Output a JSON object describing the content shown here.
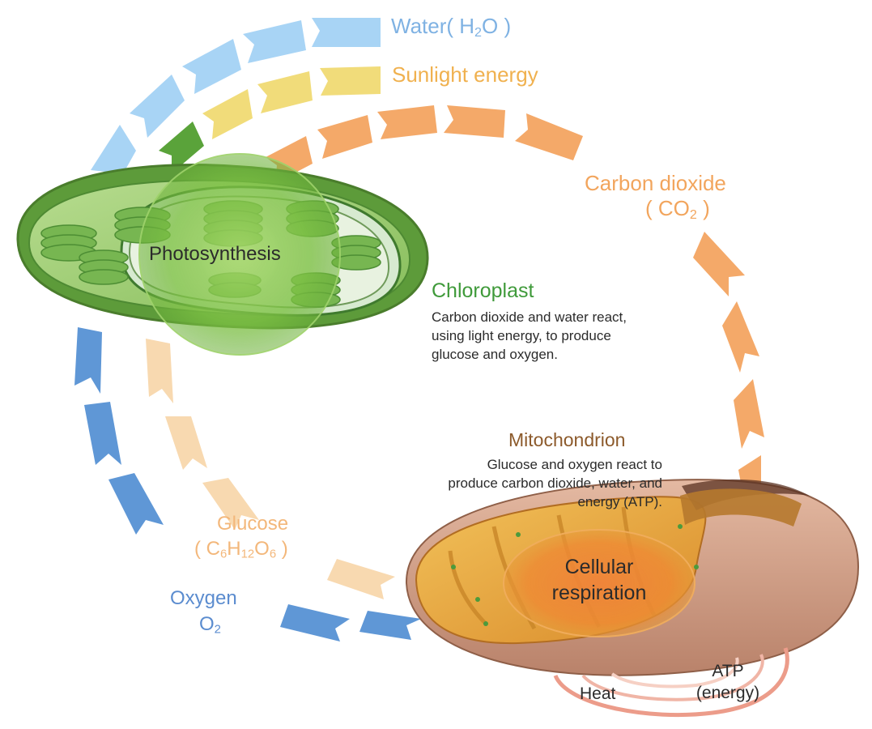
{
  "inputs": {
    "water": {
      "pre": "Water( H",
      "sub": "2",
      "post": "O )"
    },
    "sunlight": "Sunlight energy",
    "co2_name": "Carbon dioxide",
    "co2_formula": {
      "pre": "( CO",
      "sub": "2",
      "post": " )"
    }
  },
  "chloroplast": {
    "center_label": "Photosynthesis",
    "title": "Chloroplast",
    "description": [
      "Carbon dioxide and water react,",
      "using light energy, to produce",
      "glucose and oxygen."
    ]
  },
  "mitochondrion": {
    "title": "Mitochondrion",
    "description": [
      "Glucose and oxygen react to",
      "produce carbon dioxide, water, and",
      "energy (ATP)."
    ],
    "center_label_line1": "Cellular",
    "center_label_line2": "respiration"
  },
  "products": {
    "glucose_name": "Glucose",
    "glucose_formula": {
      "pre": "( C",
      "s1": "6",
      "m1": "H",
      "s2": "12",
      "m2": "O",
      "s3": "6",
      "post": " )"
    },
    "oxygen_name": "Oxygen",
    "oxygen_formula": {
      "pre": "O",
      "sub": "2"
    },
    "heat": "Heat",
    "atp_line1": "ATP",
    "atp_line2": "(energy)"
  },
  "colors": {
    "water_arrow": "#a8d4f5",
    "sunlight_arrow": "#f1dc7a",
    "co2_arrow": "#f4a969",
    "glucose_arrow": "#f8d9b0",
    "oxygen_arrow": "#5f97d6",
    "chloroplast_green": "#7fc15a",
    "mitochondrion_outer": "#c9957a",
    "mitochondrion_inner": "#e8a33c"
  }
}
